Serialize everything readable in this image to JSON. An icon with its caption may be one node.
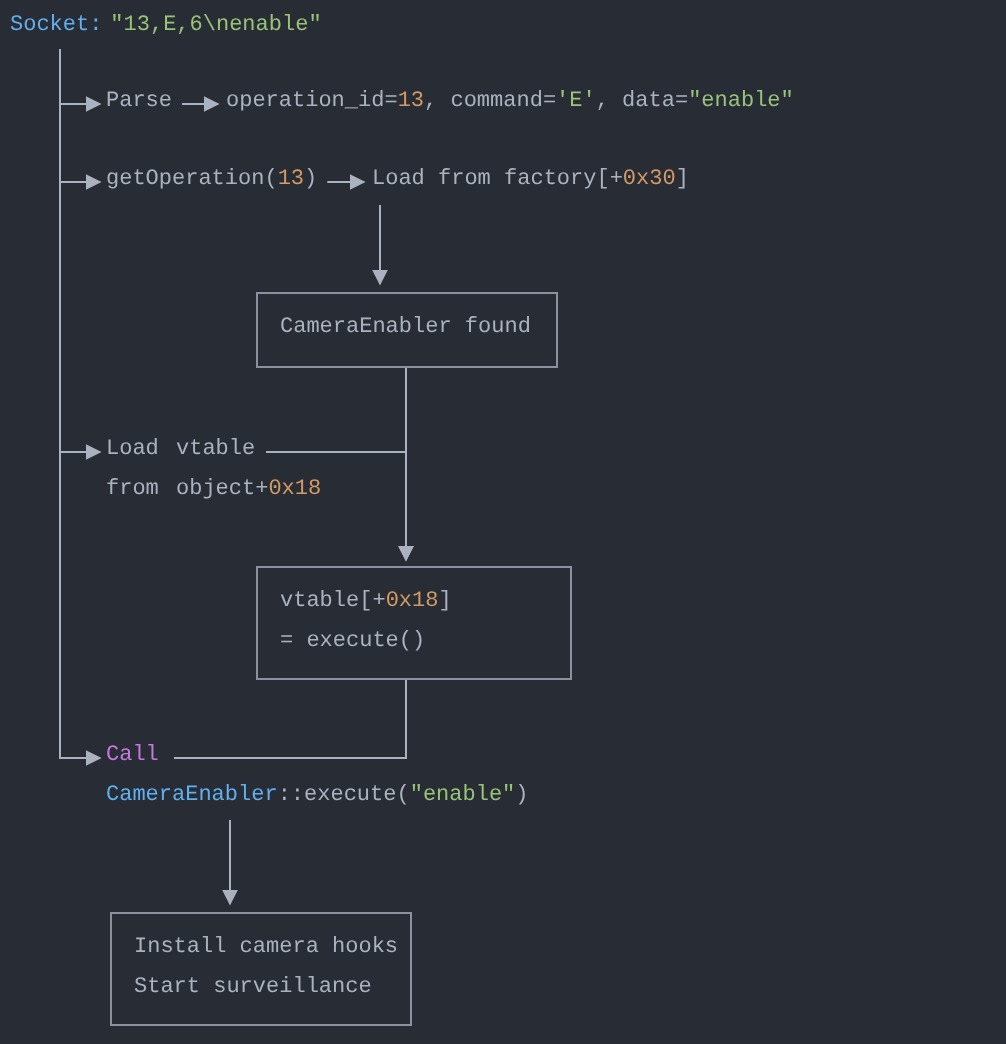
{
  "diagram": {
    "nodes": [
      {
        "text": [
          "Socket:",
          "\"13,E,6\\nenable\""
        ]
      },
      {
        "text": [
          "Parse"
        ]
      },
      {
        "text": [
          "operation_id=13, command='E', data=\"enable\""
        ]
      },
      {
        "text": [
          "getOperation(13)"
        ]
      },
      {
        "text": [
          "Load from factory[+0x30]"
        ]
      },
      {
        "text": [
          "CameraEnabler found"
        ]
      },
      {
        "text": [
          "Load vtable from object+0x18"
        ]
      },
      {
        "text": [
          "vtable[+0x18] = execute()"
        ]
      },
      {
        "text": [
          "Call",
          "CameraEnabler::execute(\"enable\")"
        ]
      },
      {
        "text": [
          "Install camera hooks",
          "Start surveillance"
        ]
      }
    ],
    "edges": [
      {
        "from": 0,
        "to": 1,
        "arrow": "to"
      },
      {
        "from": 0,
        "to": 3,
        "arrow": "to"
      },
      {
        "from": 0,
        "to": 6,
        "arrow": "to"
      },
      {
        "from": 0,
        "to": 8,
        "arrow": "to"
      },
      {
        "from": 1,
        "to": 2,
        "arrow": "to"
      },
      {
        "from": 3,
        "to": 4,
        "arrow": "to"
      },
      {
        "from": 4,
        "to": 5,
        "arrow": "to"
      },
      {
        "from": 5,
        "to": 7,
        "arrow": "to"
      },
      {
        "from": 6,
        "to": 7,
        "arrow": "to"
      },
      {
        "from": 7,
        "to": 8,
        "arrow": "none"
      },
      {
        "from": 8,
        "to": 9,
        "arrow": "to"
      }
    ]
  }
}
